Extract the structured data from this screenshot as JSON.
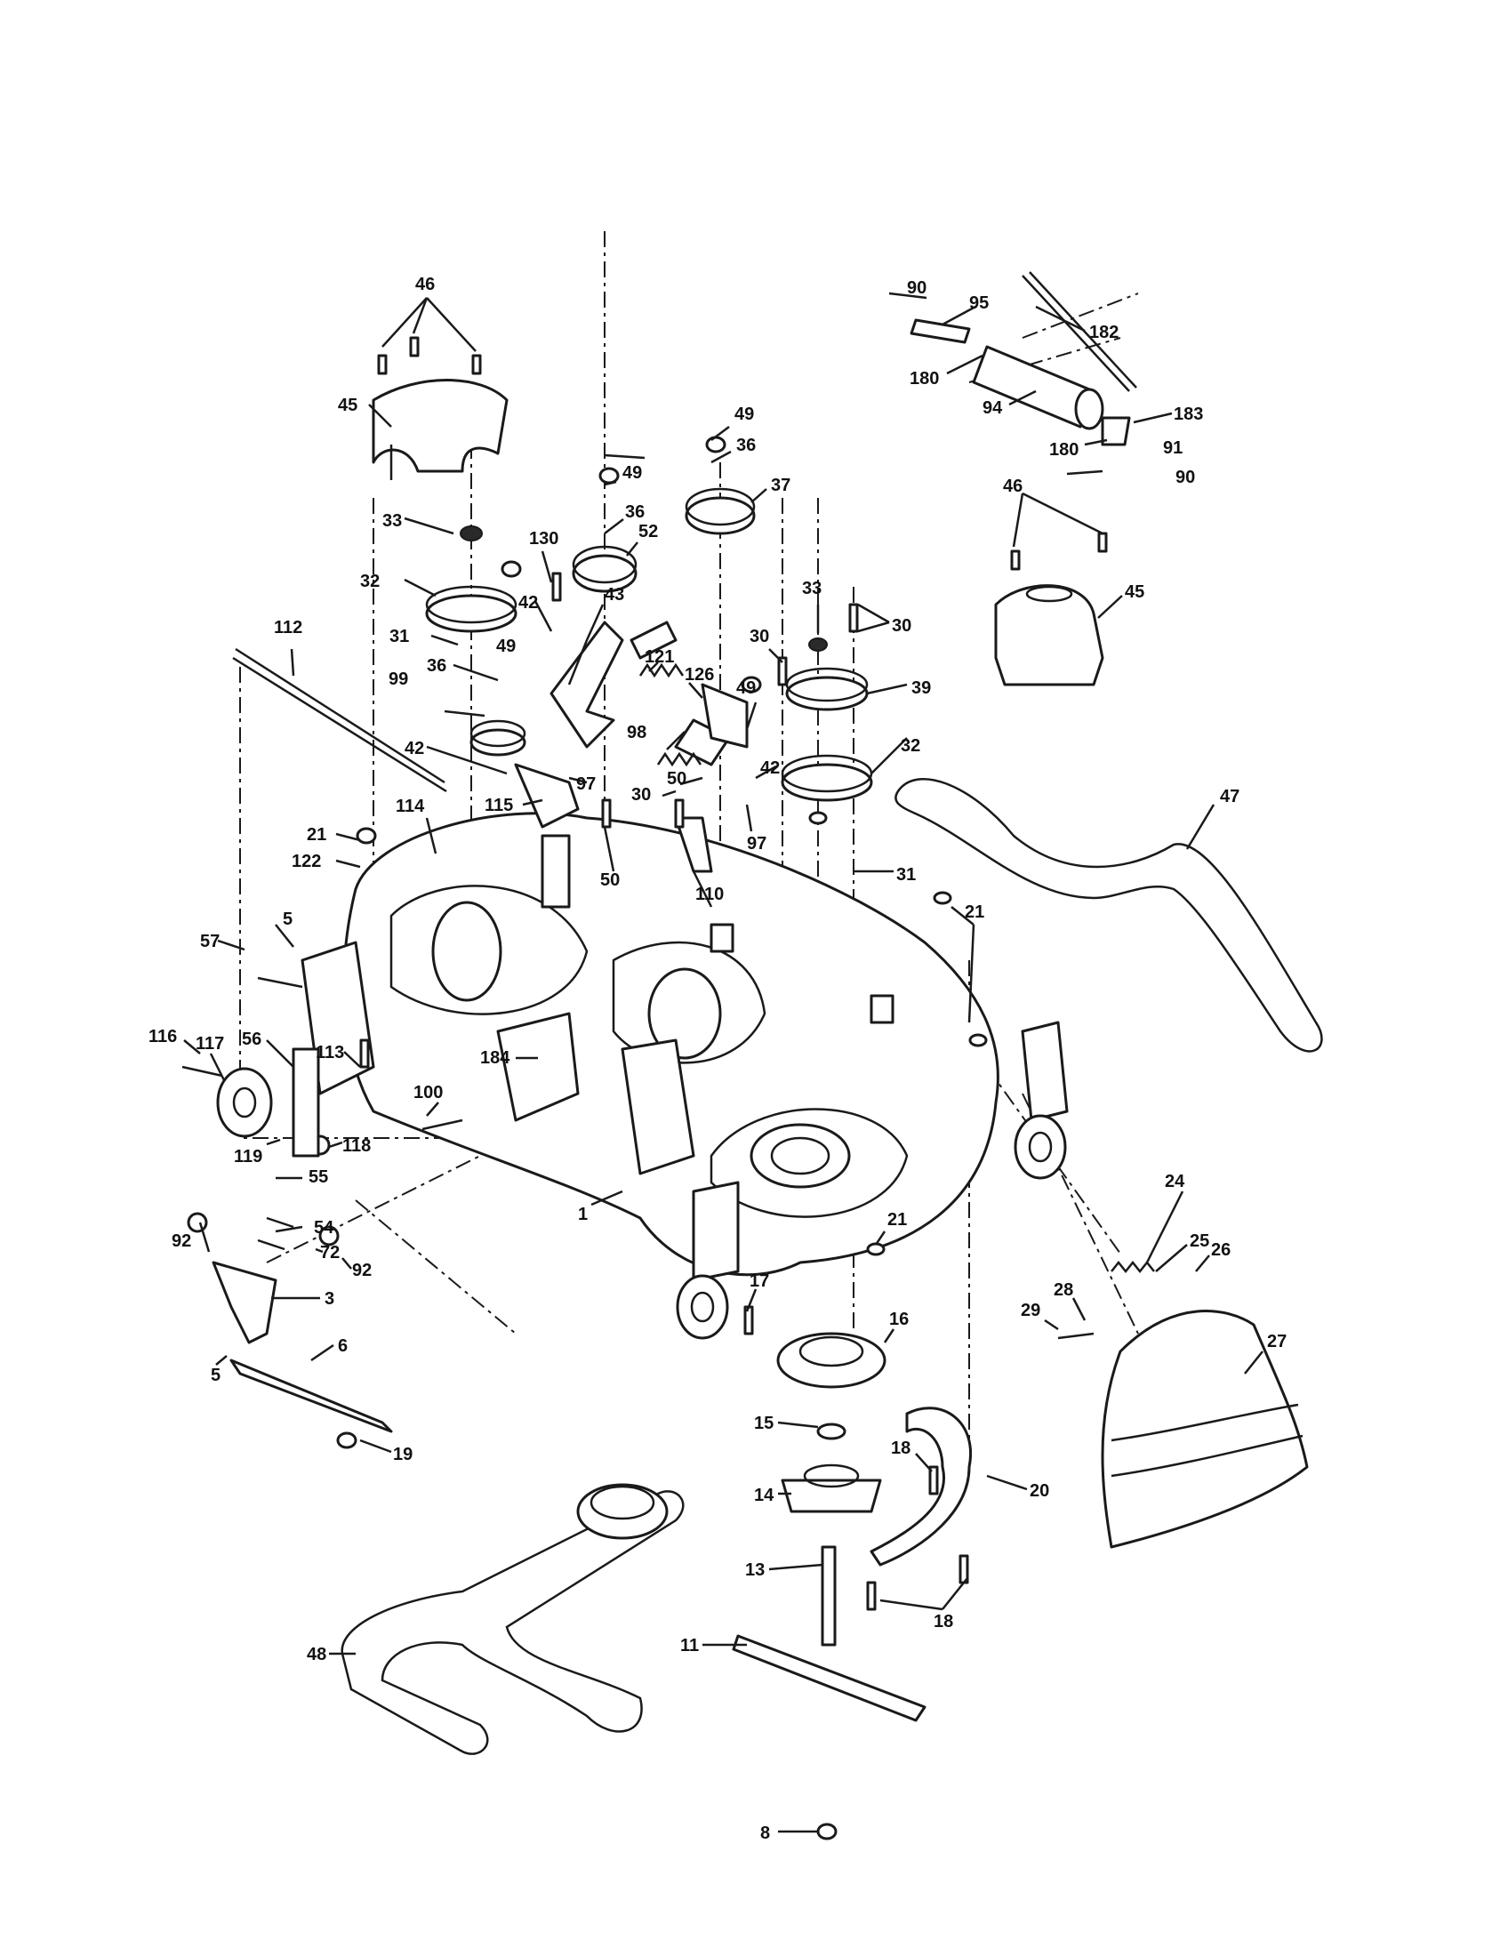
{
  "callouts": [
    {
      "id": "c-46a",
      "label": "46"
    },
    {
      "id": "c-45a",
      "label": "45"
    },
    {
      "id": "c-33a",
      "label": "33"
    },
    {
      "id": "c-32a",
      "label": "32"
    },
    {
      "id": "c-31a",
      "label": "31"
    },
    {
      "id": "c-36a",
      "label": "36"
    },
    {
      "id": "c-49a",
      "label": "49"
    },
    {
      "id": "c-99",
      "label": "99"
    },
    {
      "id": "c-42a",
      "label": "42"
    },
    {
      "id": "c-112",
      "label": "112"
    },
    {
      "id": "c-130",
      "label": "130"
    },
    {
      "id": "c-42b",
      "label": "42"
    },
    {
      "id": "c-43",
      "label": "43"
    },
    {
      "id": "c-49b",
      "label": "49"
    },
    {
      "id": "c-36b",
      "label": "36"
    },
    {
      "id": "c-52",
      "label": "52"
    },
    {
      "id": "c-49c",
      "label": "49"
    },
    {
      "id": "c-36c",
      "label": "36"
    },
    {
      "id": "c-37",
      "label": "37"
    },
    {
      "id": "c-121",
      "label": "121"
    },
    {
      "id": "c-126",
      "label": "126"
    },
    {
      "id": "c-98",
      "label": "98"
    },
    {
      "id": "c-97a",
      "label": "97"
    },
    {
      "id": "c-115",
      "label": "115"
    },
    {
      "id": "c-50a",
      "label": "50"
    },
    {
      "id": "c-50b",
      "label": "50"
    },
    {
      "id": "c-30a",
      "label": "30"
    },
    {
      "id": "c-110",
      "label": "110"
    },
    {
      "id": "c-97b",
      "label": "97"
    },
    {
      "id": "c-49d",
      "label": "49"
    },
    {
      "id": "c-42c",
      "label": "42"
    },
    {
      "id": "c-30b",
      "label": "30"
    },
    {
      "id": "c-33b",
      "label": "33"
    },
    {
      "id": "c-30c",
      "label": "30"
    },
    {
      "id": "c-39",
      "label": "39"
    },
    {
      "id": "c-32b",
      "label": "32"
    },
    {
      "id": "c-31b",
      "label": "31"
    },
    {
      "id": "c-90a",
      "label": "90"
    },
    {
      "id": "c-95",
      "label": "95"
    },
    {
      "id": "c-182",
      "label": "182"
    },
    {
      "id": "c-180a",
      "label": "180"
    },
    {
      "id": "c-94",
      "label": "94"
    },
    {
      "id": "c-183",
      "label": "183"
    },
    {
      "id": "c-180b",
      "label": "180"
    },
    {
      "id": "c-91",
      "label": "91"
    },
    {
      "id": "c-90b",
      "label": "90"
    },
    {
      "id": "c-46b",
      "label": "46"
    },
    {
      "id": "c-45b",
      "label": "45"
    },
    {
      "id": "c-47",
      "label": "47"
    },
    {
      "id": "c-114",
      "label": "114"
    },
    {
      "id": "c-21a",
      "label": "21"
    },
    {
      "id": "c-122",
      "label": "122"
    },
    {
      "id": "c-5a",
      "label": "5"
    },
    {
      "id": "c-57",
      "label": "57"
    },
    {
      "id": "c-56",
      "label": "56"
    },
    {
      "id": "c-116",
      "label": "116"
    },
    {
      "id": "c-117",
      "label": "117"
    },
    {
      "id": "c-113",
      "label": "113"
    },
    {
      "id": "c-184",
      "label": "184"
    },
    {
      "id": "c-100",
      "label": "100"
    },
    {
      "id": "c-119",
      "label": "119"
    },
    {
      "id": "c-118",
      "label": "118"
    },
    {
      "id": "c-21b",
      "label": "21"
    },
    {
      "id": "c-1",
      "label": "1"
    },
    {
      "id": "c-55",
      "label": "55"
    },
    {
      "id": "c-92a",
      "label": "92"
    },
    {
      "id": "c-54",
      "label": "54"
    },
    {
      "id": "c-72",
      "label": "72"
    },
    {
      "id": "c-92b",
      "label": "92"
    },
    {
      "id": "c-3",
      "label": "3"
    },
    {
      "id": "c-6",
      "label": "6"
    },
    {
      "id": "c-5b",
      "label": "5"
    },
    {
      "id": "c-19",
      "label": "19"
    },
    {
      "id": "c-21c",
      "label": "21"
    },
    {
      "id": "c-17",
      "label": "17"
    },
    {
      "id": "c-16",
      "label": "16"
    },
    {
      "id": "c-15",
      "label": "15"
    },
    {
      "id": "c-14",
      "label": "14"
    },
    {
      "id": "c-18a",
      "label": "18"
    },
    {
      "id": "c-20",
      "label": "20"
    },
    {
      "id": "c-13",
      "label": "13"
    },
    {
      "id": "c-18b",
      "label": "18"
    },
    {
      "id": "c-11",
      "label": "11"
    },
    {
      "id": "c-8",
      "label": "8"
    },
    {
      "id": "c-48",
      "label": "48"
    },
    {
      "id": "c-24",
      "label": "24"
    },
    {
      "id": "c-25",
      "label": "25"
    },
    {
      "id": "c-26",
      "label": "26"
    },
    {
      "id": "c-28",
      "label": "28"
    },
    {
      "id": "c-29",
      "label": "29"
    },
    {
      "id": "c-27",
      "label": "27"
    }
  ]
}
